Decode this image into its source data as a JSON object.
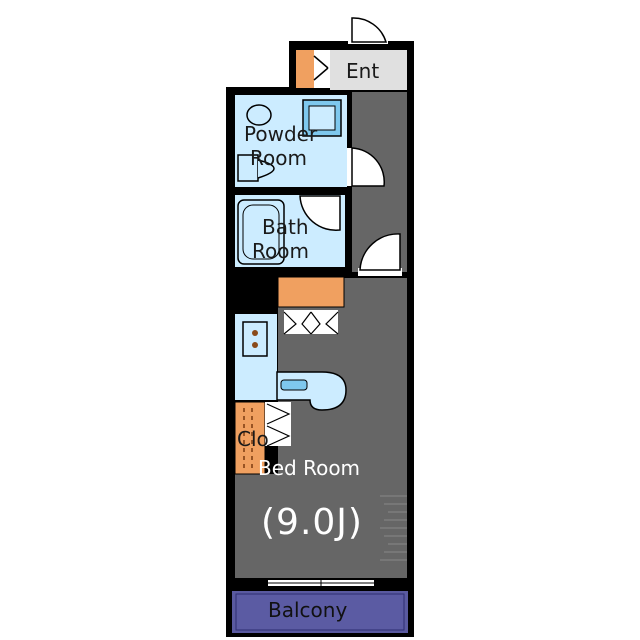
{
  "rooms": {
    "entrance": "Ent",
    "powder_room_line1": "Powder",
    "powder_room_line2": "Room",
    "bath_room_line1": "Bath",
    "bath_room_line2": "Room",
    "closet": "Clo",
    "bed_room": "Bed Room",
    "bed_room_size": "(9.0J)",
    "balcony": "Balcony"
  },
  "colors": {
    "wall": "#000000",
    "floor_dark": "#666666",
    "wet_area": "#ccecff",
    "storage": "#f0a060",
    "entrance": "#e0e0e0",
    "balcony": "#5a5aa0",
    "fixture": "#7ec8ee"
  }
}
